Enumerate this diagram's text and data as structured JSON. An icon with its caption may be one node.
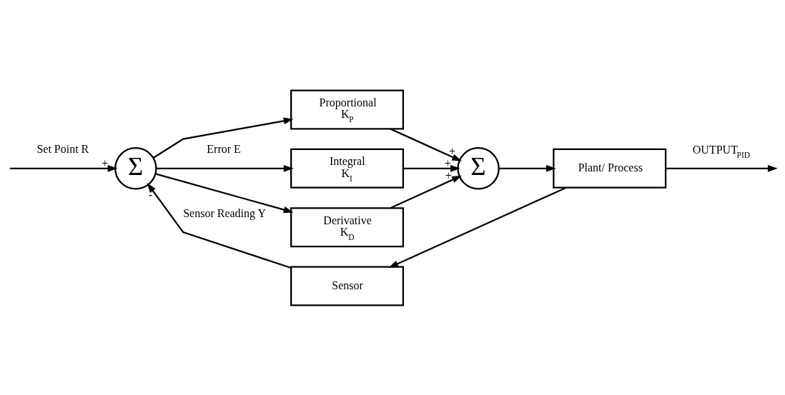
{
  "diagram": {
    "nodes": [
      {
        "text": [
          "Σ"
        ]
      },
      {
        "text": [
          "Proportional",
          "K$_{P}$"
        ]
      },
      {
        "text": [
          "Integral",
          "K$_{I}$"
        ]
      },
      {
        "text": [
          "Derivative",
          "K$_{D}$"
        ]
      },
      {
        "text": [
          "Σ"
        ]
      },
      {
        "text": [
          "Plant/ Process"
        ]
      },
      {
        "text": [
          "Sensor"
        ]
      }
    ],
    "edges": [
      {
        "from": null,
        "to": 0,
        "arrow": "to",
        "label": "Set Point R"
      },
      {
        "from": 0,
        "to": 1,
        "arrow": "to"
      },
      {
        "from": 0,
        "to": 2,
        "arrow": "to",
        "label": "Error E"
      },
      {
        "from": 0,
        "to": 3,
        "arrow": "to"
      },
      {
        "from": 1,
        "to": 4,
        "arrow": "to"
      },
      {
        "from": 2,
        "to": 4,
        "arrow": "to"
      },
      {
        "from": 3,
        "to": 4,
        "arrow": "to"
      },
      {
        "from": 4,
        "to": 5,
        "arrow": "to"
      },
      {
        "from": 5,
        "to": null,
        "arrow": "to",
        "label": "OUTPUT$_{PID}$"
      },
      {
        "from": 5,
        "to": 6,
        "arrow": "to"
      },
      {
        "from": 6,
        "to": 0,
        "arrow": "to",
        "label": "Sensor Reading Y"
      }
    ],
    "labels": [
      "+",
      "+",
      "+",
      "+",
      "-"
    ]
  }
}
